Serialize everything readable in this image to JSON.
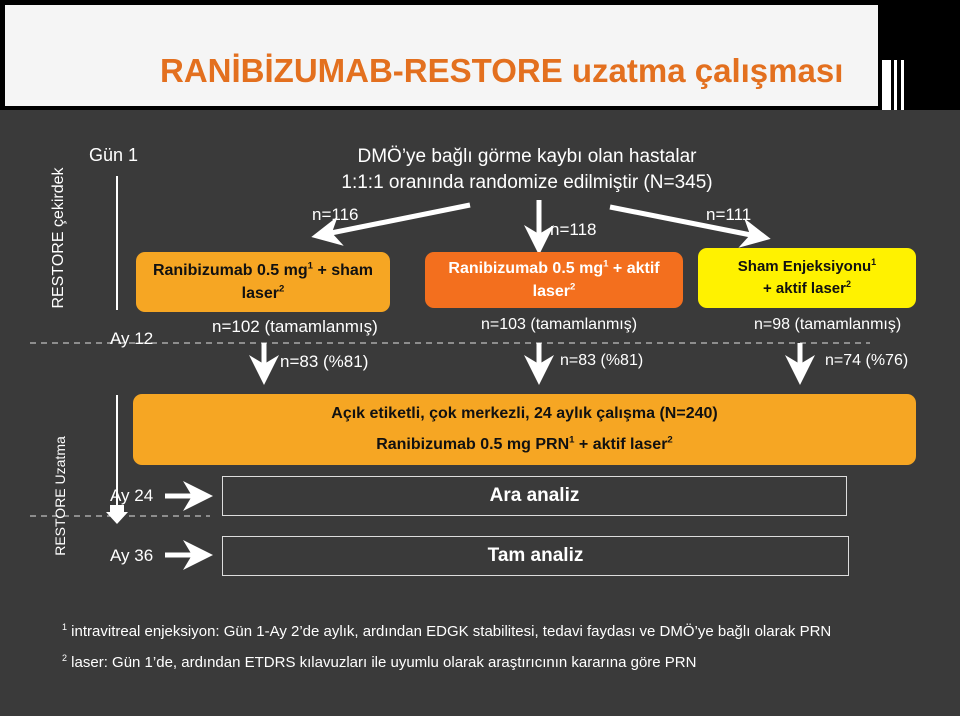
{
  "title": "RANİBİZUMAB-RESTORE uzatma çalışması",
  "side_labels": {
    "core": "RESTORE çekirdek",
    "extension": "RESTORE Uzatma"
  },
  "timeline": {
    "day1": "Gün 1",
    "month12": "Ay 12",
    "month24": "Ay 24",
    "month36": "Ay 36"
  },
  "intro": {
    "line1": "DMÖ’ye bağlı görme kaybı olan hastalar",
    "line2": "1:1:1 oranında randomize edilmiştir (N=345)"
  },
  "arms": [
    {
      "n_start": "n=116",
      "line1": "Ranibizumab 0.5 mg",
      "sup1": "1",
      "line1b": " + sham",
      "line2": "laser",
      "sup2": "2",
      "completed": "n=102 (tamamlanmış)",
      "continued": "n=83 (%81)",
      "color": "#f6a623"
    },
    {
      "n_start": "n=118",
      "line1": "Ranibizumab 0.5 mg",
      "sup1": "1",
      "line1b": " + aktif",
      "line2": "laser",
      "sup2": "2",
      "completed": "n=103 (tamamlanmış)",
      "continued": "n=83 (%81)",
      "color": "#f36f1e"
    },
    {
      "n_start": "n=111",
      "line1": "Sham Enjeksiyonu",
      "sup1": "1",
      "line1b": "",
      "line2": "+ aktif laser",
      "sup2": "2",
      "completed": "n=98 (tamamlanmış)",
      "continued": "n=74 (%76)",
      "color": "#fff200"
    }
  ],
  "extension": {
    "line1": "Açık etiketli, çok merkezli, 24 aylık çalışma (N=240)",
    "line2": "Ranibizumab 0.5 mg PRN",
    "sup1": "1",
    "line2b": " + aktif laser",
    "sup2": "2",
    "color": "#f6a623"
  },
  "interim": "Ara analiz",
  "final": "Tam analiz",
  "footnotes": [
    {
      "mark": "1",
      "text": " intravitreal enjeksiyon: Gün 1-Ay 2’de aylık, ardından  EDGK stabilitesi, tedavi faydası ve DMÖ’ye bağlı olarak PRN"
    },
    {
      "mark": "2",
      "text": " laser: Gün 1’de, ardından ETDRS kılavuzları ile uyumlu olarak araştırıcının kararına göre PRN"
    }
  ],
  "colors": {
    "title": "#e3701f",
    "background": "#3a3a3a",
    "arrow": "#ffffff"
  }
}
